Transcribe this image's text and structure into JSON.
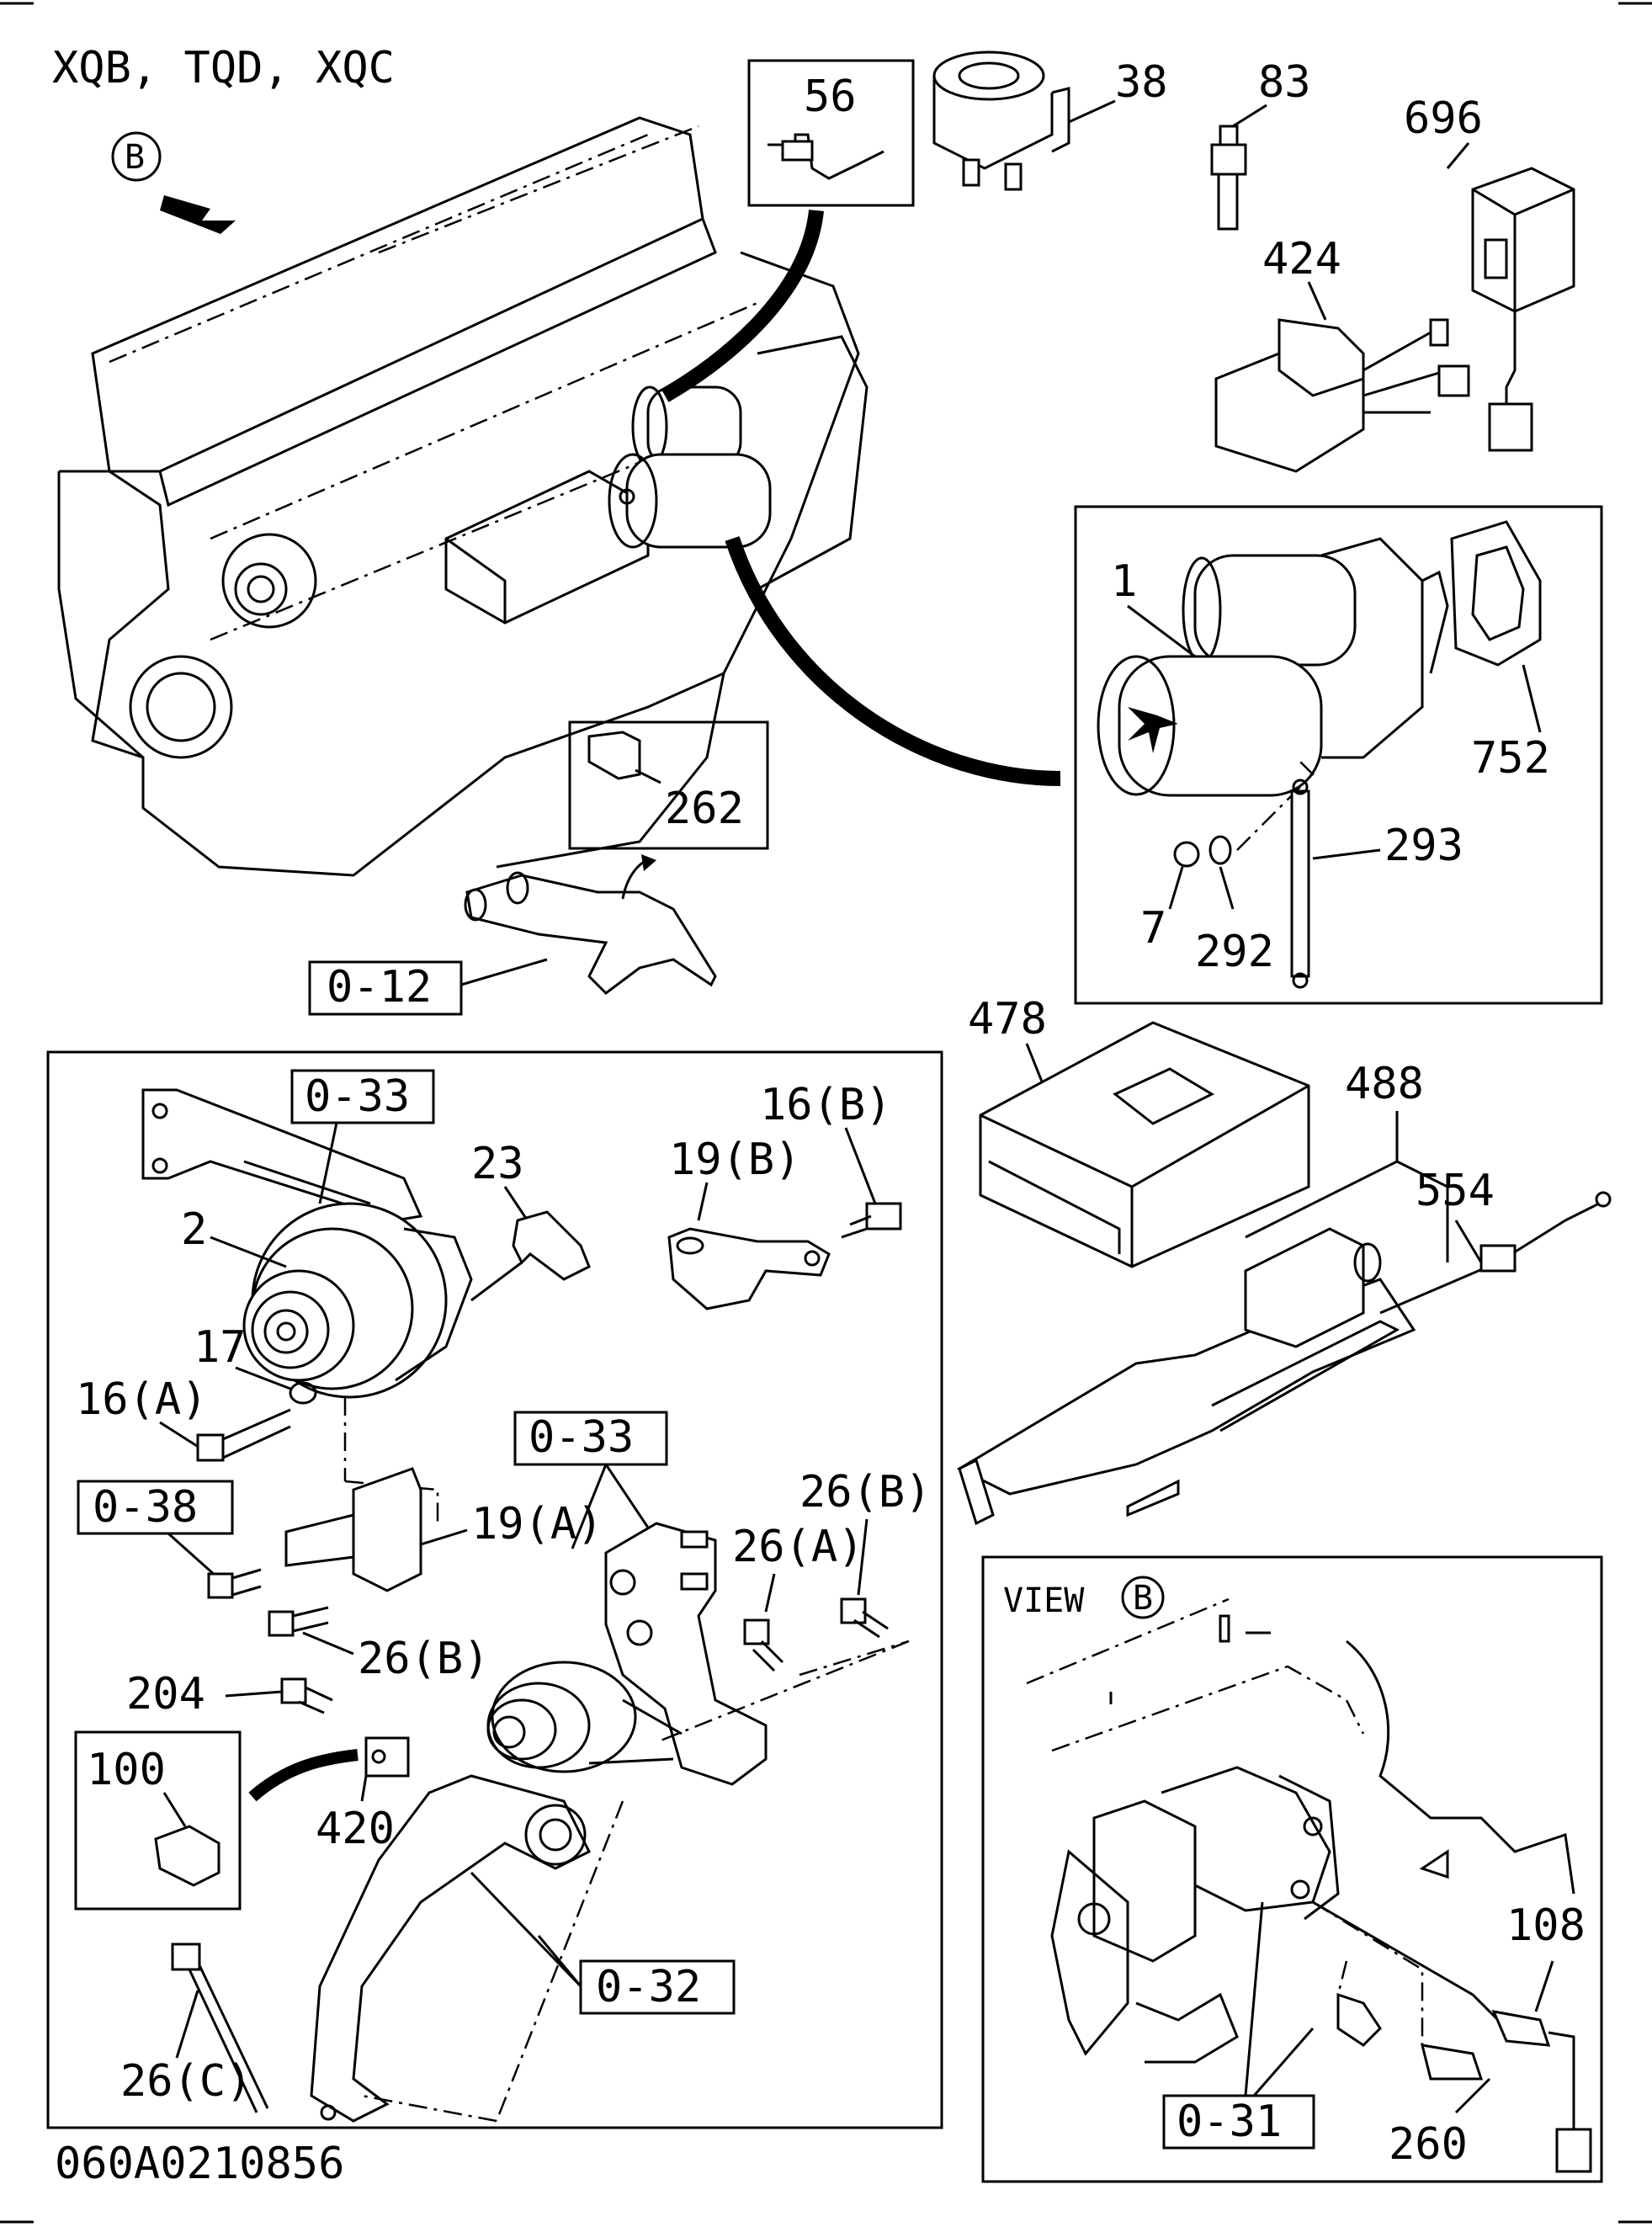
{
  "header": {
    "models": "XQB, TQD, XQC"
  },
  "footer": {
    "drawing_number": "060A0210856"
  },
  "view_marker": {
    "letter": "B"
  },
  "view_box_title": "VIEW",
  "callouts": {
    "p56": "56",
    "p38": "38",
    "p83": "83",
    "p696": "696",
    "p424": "424",
    "p1": "1",
    "p752": "752",
    "p293": "293",
    "p7": "7",
    "p292": "292",
    "p262": "262",
    "ref_012": "0-12",
    "p478": "478",
    "p488": "488",
    "p554": "554",
    "ref_033a": "0-33",
    "ref_033b": "0-33",
    "p23": "23",
    "p16b": "16(B)",
    "p19b": "19(B)",
    "p2": "2",
    "p17": "17",
    "p16a": "16(A)",
    "ref_038": "0-38",
    "p19a": "19(A)",
    "p26b_1": "26(B)",
    "p26a": "26(A)",
    "p26b_2": "26(B)",
    "p204": "204",
    "p100": "100",
    "p420": "420",
    "ref_032": "0-32",
    "p26c": "26(C)",
    "p108": "108",
    "ref_031": "0-31",
    "p260": "260"
  }
}
